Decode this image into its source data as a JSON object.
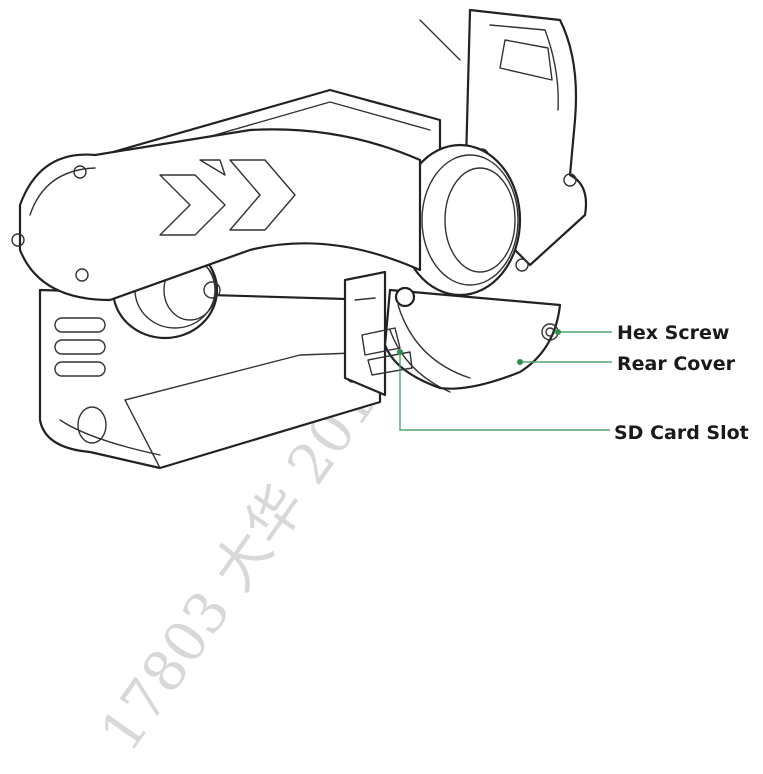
{
  "callouts": {
    "hex_screw": "Hex Screw",
    "rear_cover": "Rear Cover",
    "sd_card_slot": "SD Card Slot"
  },
  "watermark": {
    "text": "17803 大华 201"
  },
  "colors": {
    "leader_line": "#52a36b",
    "leader_dot": "#2f8f4e",
    "outline": "#222222",
    "watermark": "#b9b9b9"
  }
}
